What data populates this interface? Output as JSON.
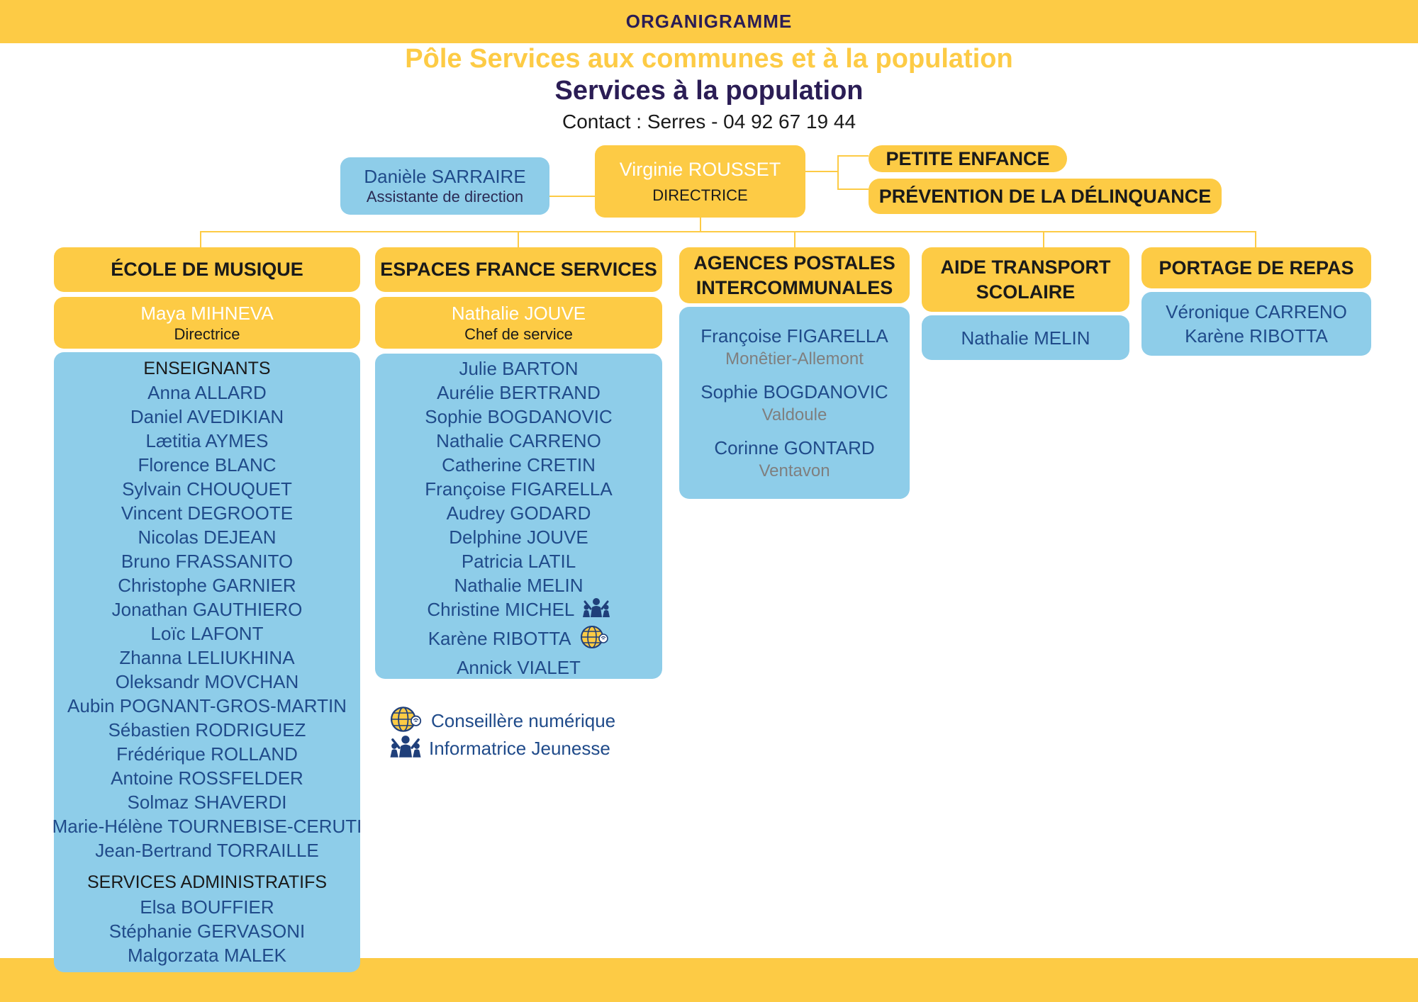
{
  "header": {
    "label": "ORGANIGRAMME"
  },
  "titles": {
    "pole": "Pôle Services aux communes et à la population",
    "service": "Services à la population",
    "contact": "Contact  : Serres - 04 92 67 19 44"
  },
  "direction": {
    "assistant_name": "Danièle SARRAIRE",
    "assistant_role": "Assistante de direction",
    "director_name": "Virginie ROUSSET",
    "director_role": "DIRECTRICE",
    "side_units": [
      "PETITE ENFANCE",
      "PRÉVENTION DE LA DÉLINQUANCE"
    ]
  },
  "units": {
    "musique": {
      "title": "ÉCOLE DE MUSIQUE",
      "head_name": "Maya MIHNEVA",
      "head_role": "Directrice",
      "section1": "ENSEIGNANTS",
      "teachers": [
        "Anna ALLARD",
        "Daniel AVEDIKIAN",
        "Lætitia AYMES",
        "Florence BLANC",
        "Sylvain CHOUQUET",
        "Vincent DEGROOTE",
        "Nicolas DEJEAN",
        "Bruno FRASSANITO",
        "Christophe GARNIER",
        "Jonathan GAUTHIERO",
        "Loïc LAFONT",
        "Zhanna LELIUKHINA",
        "Oleksandr MOVCHAN",
        "Aubin POGNANT-GROS-MARTIN",
        "Sébastien RODRIGUEZ",
        "Frédérique ROLLAND",
        "Antoine ROSSFELDER",
        "Solmaz SHAVERDI",
        "Marie-Hélène TOURNEBISE-CERUTI",
        "Jean-Bertrand TORRAILLE"
      ],
      "section2": "SERVICES ADMINISTRATIFS",
      "admin": [
        "Elsa BOUFFIER",
        "Stéphanie GERVASONI",
        "Malgorzata MALEK"
      ]
    },
    "france": {
      "title": "ESPACES FRANCE SERVICES",
      "head_name": "Nathalie JOUVE",
      "head_role": "Chef de service",
      "staff": [
        {
          "name": "Julie BARTON",
          "icon": ""
        },
        {
          "name": "Aurélie BERTRAND",
          "icon": ""
        },
        {
          "name": "Sophie BOGDANOVIC",
          "icon": ""
        },
        {
          "name": "Nathalie CARRENO",
          "icon": ""
        },
        {
          "name": "Catherine CRETIN",
          "icon": ""
        },
        {
          "name": "Françoise FIGARELLA",
          "icon": ""
        },
        {
          "name": "Audrey GODARD",
          "icon": ""
        },
        {
          "name": "Delphine JOUVE",
          "icon": ""
        },
        {
          "name": "Patricia LATIL",
          "icon": ""
        },
        {
          "name": "Nathalie MELIN",
          "icon": ""
        },
        {
          "name": "Christine MICHEL",
          "icon": "youth-informant-icon"
        },
        {
          "name": "Karène RIBOTTA",
          "icon": "digital-advisor-globe-icon"
        },
        {
          "name": "Annick VIALET",
          "icon": ""
        }
      ]
    },
    "postales": {
      "title_line1": "AGENCES POSTALES",
      "title_line2": "INTERCOMMUNALES",
      "agents": [
        {
          "name": "Françoise FIGARELLA",
          "place": "Monêtier-Allemont"
        },
        {
          "name": "Sophie BOGDANOVIC",
          "place": "Valdoule"
        },
        {
          "name": "Corinne GONTARD",
          "place": "Ventavon"
        }
      ]
    },
    "transport": {
      "title_line1": "AIDE TRANSPORT",
      "title_line2": "SCOLAIRE",
      "staff": [
        "Nathalie MELIN"
      ]
    },
    "repas": {
      "title": "PORTAGE DE REPAS",
      "staff": [
        "Véronique CARRENO",
        "Karène RIBOTTA"
      ]
    }
  },
  "legend": [
    {
      "icon": "digital-advisor-globe-icon",
      "label": "Conseillère numérique"
    },
    {
      "icon": "youth-informant-icon",
      "label": "Informatrice Jeunesse"
    }
  ],
  "colors": {
    "yellow": "#fdcb45",
    "blue": "#8ecde9",
    "navy": "#2b1d55",
    "text_blue": "#204b8a",
    "grey": "#7f7f7f"
  }
}
